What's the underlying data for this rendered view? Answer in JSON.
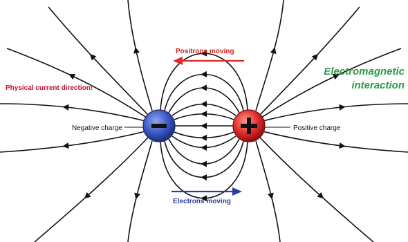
{
  "labels": {
    "positrons_moving": "Positrons moving",
    "electrons_moving": "Electrons moving",
    "physical_current": "Physical current direction!",
    "em_line1": "Electromagnetic",
    "em_line2": "interaction",
    "negative_charge": "Negative charge",
    "positive_charge": "Positive charge"
  },
  "charges": {
    "negative": {
      "sign": "−",
      "color": "#3a57c4"
    },
    "positive": {
      "sign": "+",
      "color": "#e02a2a"
    }
  },
  "colors": {
    "field_line": "#111111",
    "positron_arrow": "#e02a2a",
    "electron_arrow": "#2a3aa8",
    "current_text": "#c8102e",
    "em_text": "#2e9a47"
  }
}
